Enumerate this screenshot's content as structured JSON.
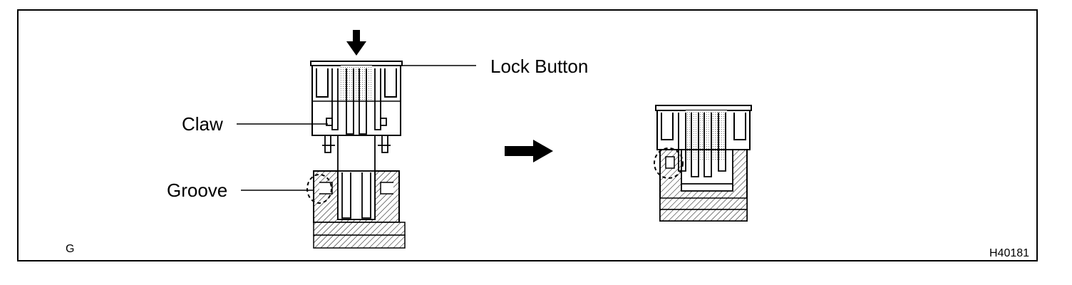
{
  "labels": {
    "lock_button": "Lock Button",
    "claw": "Claw",
    "groove": "Groove",
    "corner_left": "G",
    "figure_code": "H40181"
  },
  "colors": {
    "ink": "#000000",
    "paper": "#ffffff",
    "stipple": "#9a9a9a"
  }
}
